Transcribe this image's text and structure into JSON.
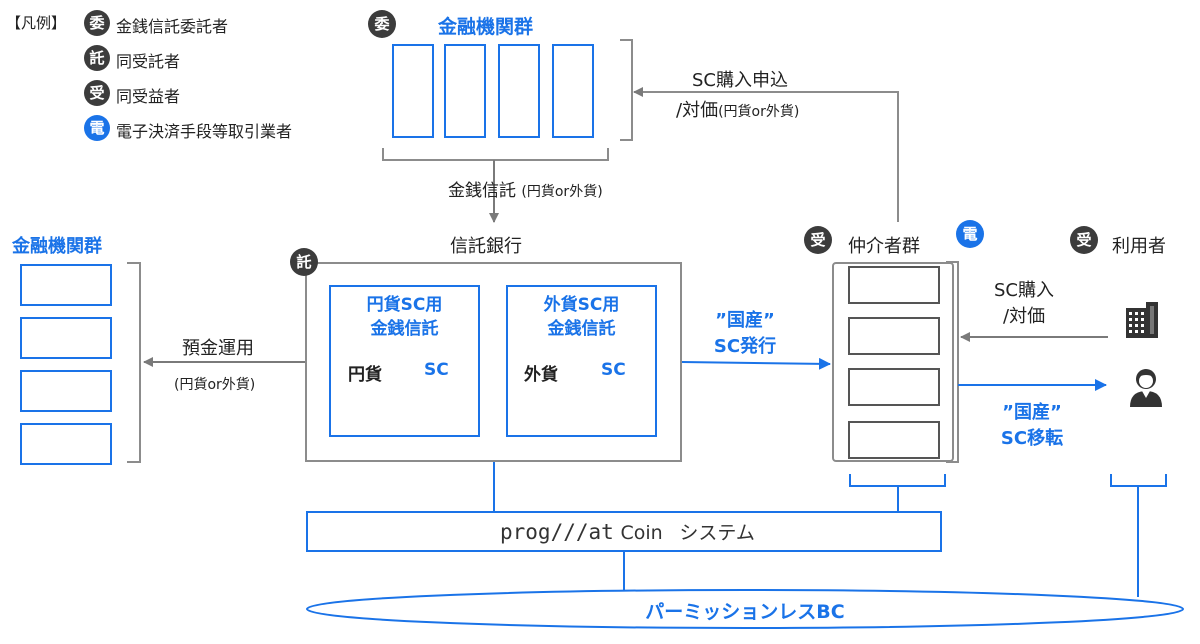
{
  "legend": {
    "title": "【凡例】",
    "items": [
      {
        "badge": "委",
        "label": "金銭信託委託者"
      },
      {
        "badge": "託",
        "label": "同受託者"
      },
      {
        "badge": "受",
        "label": "同受益者"
      },
      {
        "badge": "電",
        "label": "電子決済手段等取引業者"
      }
    ]
  },
  "top_bank_group": {
    "badge": "委",
    "title": "金融機関群"
  },
  "left_bank_group": {
    "title": "金融機関群"
  },
  "trust_bank": {
    "badge": "託",
    "title": "信託銀行",
    "jpy_trust": {
      "title_line1": "円貨SC用",
      "title_line2": "金銭信託",
      "left": "円貨",
      "right": "SC"
    },
    "fx_trust": {
      "title_line1": "外貨SC用",
      "title_line2": "金銭信託",
      "left": "外貨",
      "right": "SC"
    }
  },
  "intermediary": {
    "badge": "受",
    "badge2": "電",
    "title": "仲介者群"
  },
  "user": {
    "badge": "受",
    "title": "利用者"
  },
  "flows": {
    "money_trust": "金銭信託",
    "money_trust_sub": "(円貨or外貨)",
    "sc_purchase_line1": "SC購入申込",
    "sc_purchase_line2": "/対価",
    "sc_purchase_sub": "(円貨or外貨)",
    "deposit": "預金運用",
    "deposit_sub": "(円貨or外貨)",
    "domestic_issue_line1": "”国産”",
    "domestic_issue_line2": "SC発行",
    "user_purchase_line1": "SC購入",
    "user_purchase_line2": "/対価",
    "domestic_transfer_line1": "”国産”",
    "domestic_transfer_line2": "SC移転"
  },
  "system": {
    "logo": "prog///at",
    "coin": "Coin",
    "label": "システム"
  },
  "blockchain": {
    "label": "パーミッションレスBC"
  },
  "icons": {
    "building": "building-icon",
    "person": "person-icon"
  },
  "colors": {
    "accent": "#1a73e8",
    "dark": "#3c3c3c",
    "gray": "#8c8c8c"
  }
}
